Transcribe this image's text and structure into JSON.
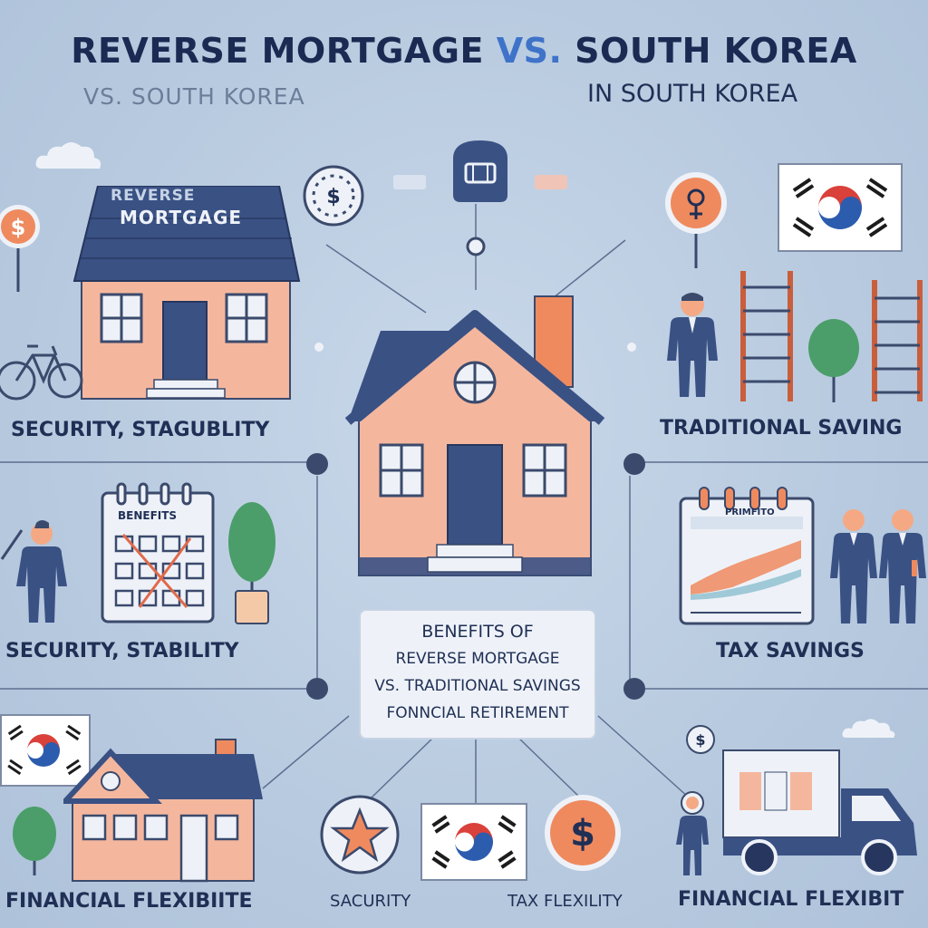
{
  "title": {
    "part1": "REVERSE MORTGAGE",
    "vs": "VS.",
    "part2": "SOUTH KOREA",
    "subtitle_left": "VS. SOUTH KOREA",
    "subtitle_right": "IN SOUTH KOREA"
  },
  "house_sign": {
    "line1": "REVERSE",
    "line2": "MORTGAGE"
  },
  "labels": {
    "security_stability_top": "SECURITY, STAGUBLITY",
    "traditional_savings": "TRADITIONAL SAVING",
    "security_stability_mid": "SECURITY, STABILITY",
    "tax_savings": "TAX SAVINGS",
    "financial_flexibility_left": "FINANCIAL FLEXIBIITE",
    "security_bottom": "SACURITY",
    "tax_flexility": "TAX FLEXILITY",
    "financial_flexibility_right": "FINANCIAL FLEXIBIT"
  },
  "calendar": {
    "title": "BENEFITS"
  },
  "chart_card": {
    "title": "PRIMFITO"
  },
  "center_box": {
    "line1": "BENEFITS OF",
    "line2": "REVERSE MORTGAGE",
    "line3": "VS. TRADITIONAL SAVINGS",
    "line4": "FONNCIAL RETIREMENT"
  },
  "icons": {
    "dollar": "$",
    "star": "★"
  },
  "colors": {
    "background": "#b9cbe0",
    "navy": "#1f2f55",
    "house_wall": "#f4b79e",
    "roof": "#3a5184",
    "accent_orange": "#ef8a5f",
    "flag_red": "#d9413a",
    "flag_blue": "#2c5cae"
  }
}
